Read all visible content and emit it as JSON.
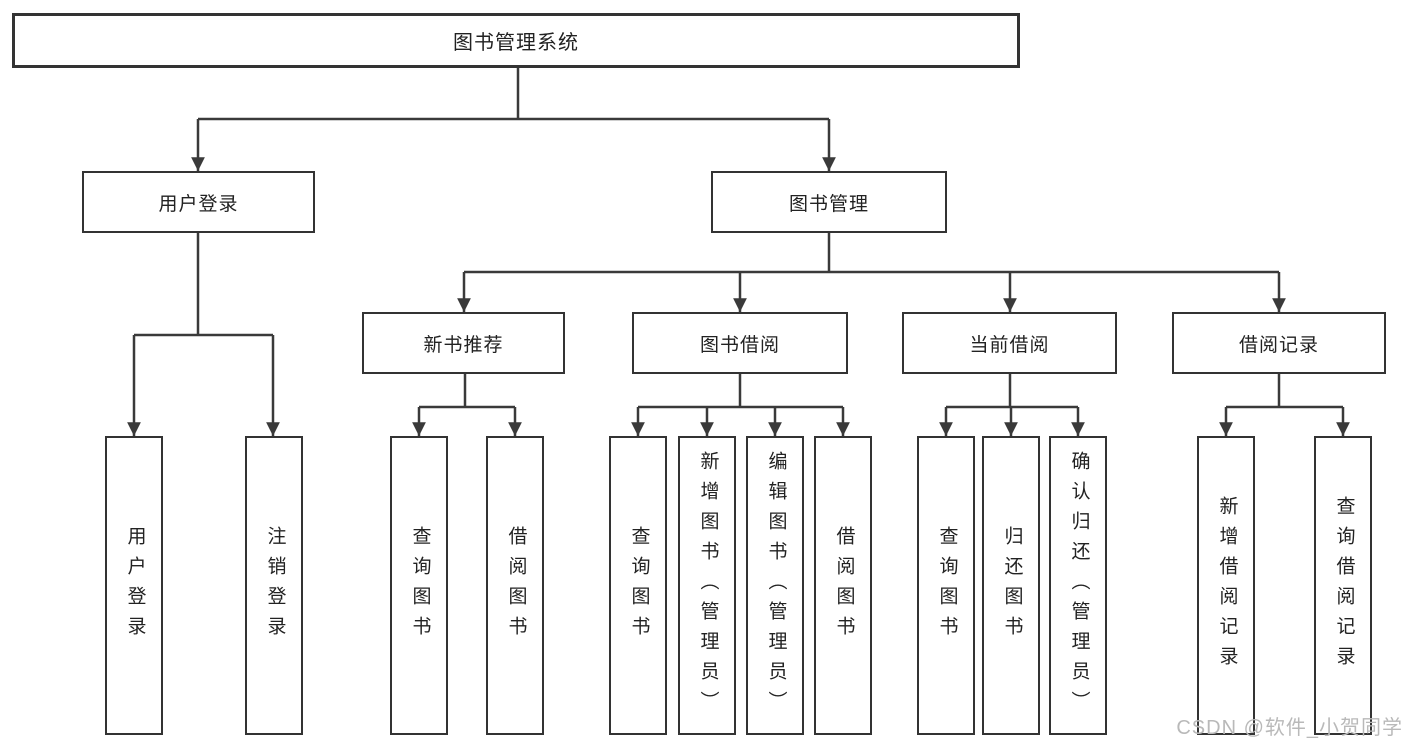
{
  "diagram": {
    "tree": {
      "root": {
        "label": "图书管理系统",
        "children": [
          {
            "label": "用户登录",
            "children": [
              {
                "label": "用户登录"
              },
              {
                "label": "注销登录"
              }
            ]
          },
          {
            "label": "图书管理",
            "children": [
              {
                "label": "新书推荐",
                "children": [
                  {
                    "label": "查询图书"
                  },
                  {
                    "label": "借阅图书"
                  }
                ]
              },
              {
                "label": "图书借阅",
                "children": [
                  {
                    "label": "查询图书"
                  },
                  {
                    "label": "新增图书（管理员）"
                  },
                  {
                    "label": "编辑图书（管理员）"
                  },
                  {
                    "label": "借阅图书"
                  }
                ]
              },
              {
                "label": "当前借阅",
                "children": [
                  {
                    "label": "查询图书"
                  },
                  {
                    "label": "归还图书"
                  },
                  {
                    "label": "确认归还（管理员）"
                  }
                ]
              },
              {
                "label": "借阅记录",
                "children": [
                  {
                    "label": "新增借阅记录"
                  },
                  {
                    "label": "查询借阅记录"
                  }
                ]
              }
            ]
          }
        ]
      }
    },
    "colors": {
      "line": "#3a3a3a",
      "text": "#222222",
      "background": "#ffffff",
      "watermark": "#b9b9b9"
    },
    "watermark": {
      "text": "CSDN @软件_小贺同学"
    }
  }
}
